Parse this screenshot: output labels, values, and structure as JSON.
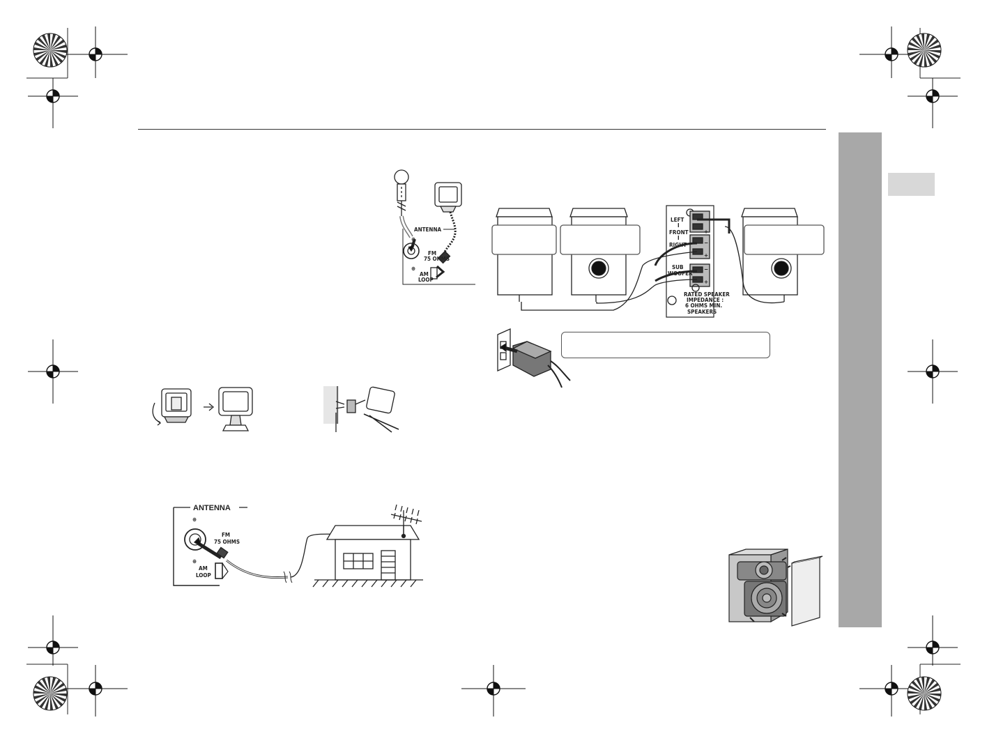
{
  "page": {
    "header_rule": true,
    "side_tab_color": "#a8a8a8",
    "side_marker_color": "#d8d8d8"
  },
  "antenna_panel": {
    "title": "ANTENNA",
    "fm_label_1": "FM",
    "fm_label_2": "75 OHMS",
    "am_label_1": "AM",
    "am_label_2": "LOOP",
    "ground_symbol": "⊕"
  },
  "speaker_terminal": {
    "left": "LEFT",
    "front": "FRONT",
    "right": "RIGHT",
    "sub": "SUB",
    "woofer": "WOOFER",
    "rated_1": "RATED SPEAKER",
    "rated_2": "IMPEDANCE :",
    "rated_3": "6 OHMS MIN.",
    "speakers": "SPEAKERS",
    "plus": "+",
    "minus": "−"
  },
  "callouts": {
    "speaker_left": "",
    "speaker_center": "",
    "speaker_right": "",
    "power_outlet": ""
  },
  "icons": [
    "registration-mark-icon",
    "crop-mark-icon",
    "starburst-target-icon",
    "fm-antenna-icon",
    "am-loop-antenna-icon",
    "house-icon",
    "outdoor-antenna-icon",
    "speaker-icon",
    "ac-plug-icon",
    "arrow-icon"
  ]
}
